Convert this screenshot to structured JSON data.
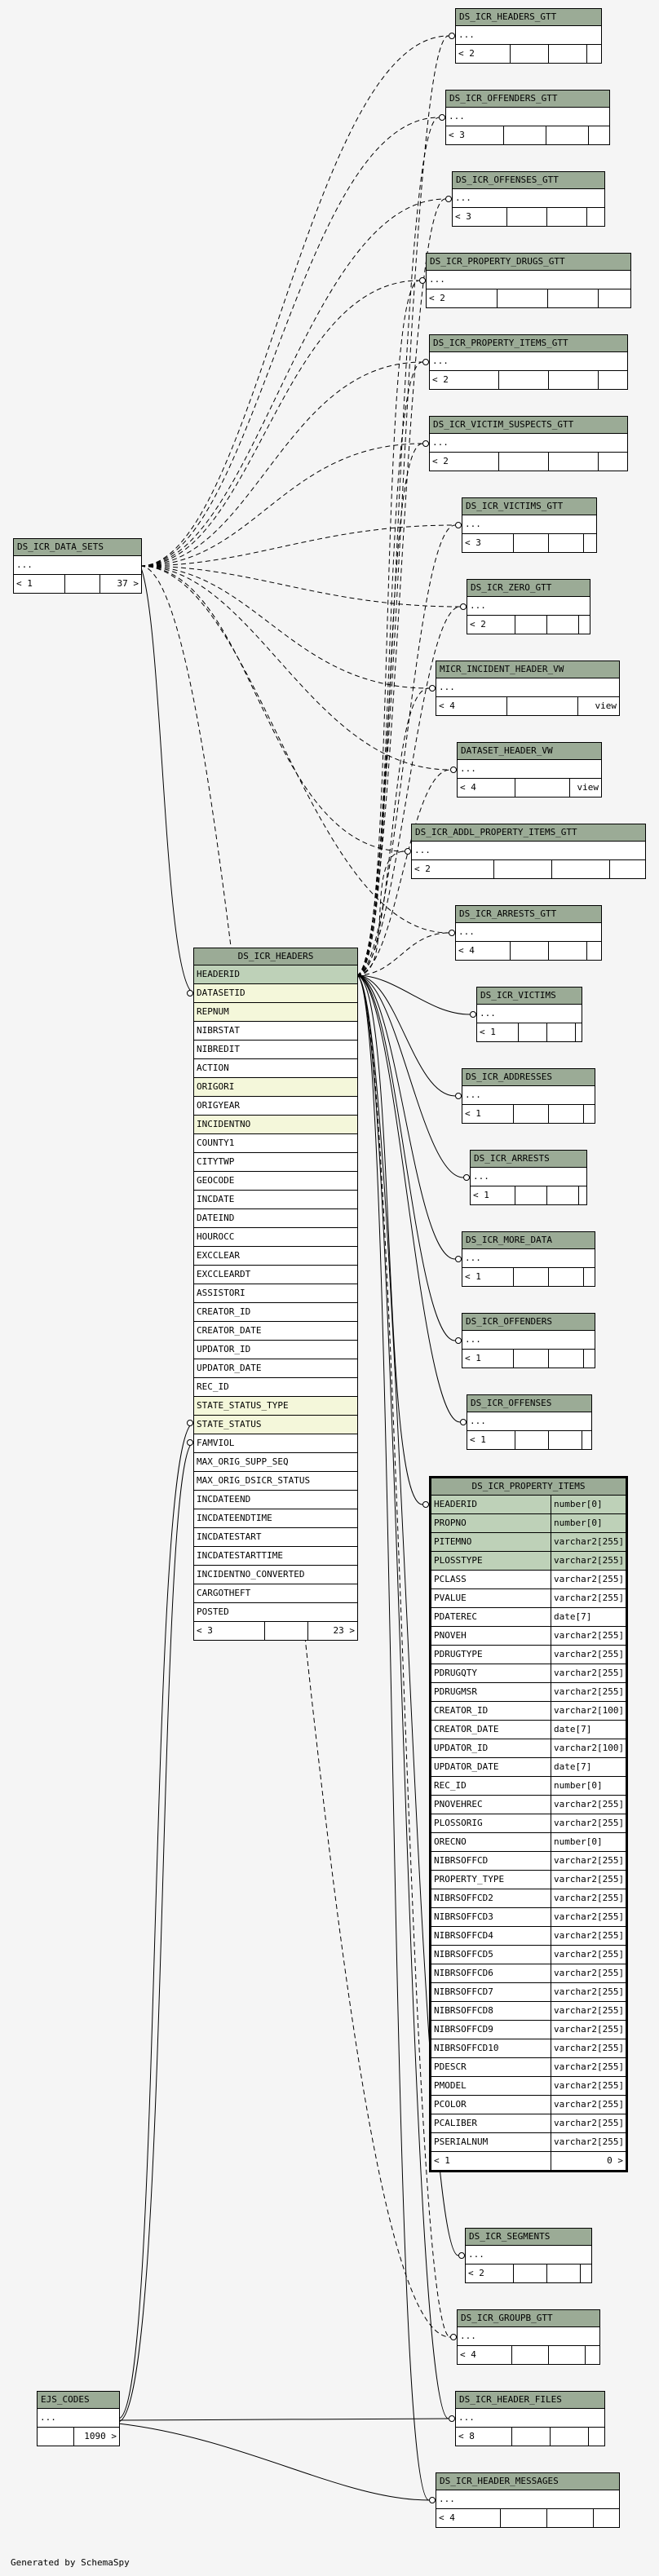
{
  "credit": "Generated by SchemaSpy",
  "tables": {
    "headers_gtt": {
      "name": "DS_ICR_HEADERS_GTT",
      "row": "...",
      "foot": [
        "< 2",
        "",
        "",
        ""
      ]
    },
    "offenders_gtt": {
      "name": "DS_ICR_OFFENDERS_GTT",
      "row": "...",
      "foot": [
        "< 3",
        "",
        "",
        ""
      ]
    },
    "offenses_gtt": {
      "name": "DS_ICR_OFFENSES_GTT",
      "row": "...",
      "foot": [
        "< 3",
        "",
        "",
        ""
      ]
    },
    "property_drugs_gtt": {
      "name": "DS_ICR_PROPERTY_DRUGS_GTT",
      "row": "...",
      "foot": [
        "< 2",
        "",
        "",
        ""
      ]
    },
    "property_items_gtt": {
      "name": "DS_ICR_PROPERTY_ITEMS_GTT",
      "row": "...",
      "foot": [
        "< 2",
        "",
        "",
        ""
      ]
    },
    "victim_suspects_gtt": {
      "name": "DS_ICR_VICTIM_SUSPECTS_GTT",
      "row": "...",
      "foot": [
        "< 2",
        "",
        "",
        ""
      ]
    },
    "victims_gtt": {
      "name": "DS_ICR_VICTIMS_GTT",
      "row": "...",
      "foot": [
        "< 3",
        "",
        "",
        ""
      ]
    },
    "zero_gtt": {
      "name": "DS_ICR_ZERO_GTT",
      "row": "...",
      "foot": [
        "< 2",
        "",
        "",
        ""
      ]
    },
    "micr_view": {
      "name": "MICR_INCIDENT_HEADER_VW",
      "row": "...",
      "foot": [
        "< 4",
        "",
        "view"
      ]
    },
    "dataset_view": {
      "name": "DATASET_HEADER_VW",
      "row": "...",
      "foot": [
        "< 4",
        "",
        "view"
      ]
    },
    "addl_property_gtt": {
      "name": "DS_ICR_ADDL_PROPERTY_ITEMS_GTT",
      "row": "...",
      "foot": [
        "< 2",
        "",
        "",
        ""
      ]
    },
    "arrests_gtt": {
      "name": "DS_ICR_ARRESTS_GTT",
      "row": "...",
      "foot": [
        "< 4",
        "",
        "",
        ""
      ]
    },
    "victims": {
      "name": "DS_ICR_VICTIMS",
      "row": "...",
      "foot": [
        "< 1",
        "",
        "",
        ""
      ]
    },
    "addresses": {
      "name": "DS_ICR_ADDRESSES",
      "row": "...",
      "foot": [
        "< 1",
        "",
        "",
        ""
      ]
    },
    "arrests": {
      "name": "DS_ICR_ARRESTS",
      "row": "...",
      "foot": [
        "< 1",
        "",
        "",
        ""
      ]
    },
    "more_data": {
      "name": "DS_ICR_MORE_DATA",
      "row": "...",
      "foot": [
        "< 1",
        "",
        "",
        ""
      ]
    },
    "offenders": {
      "name": "DS_ICR_OFFENDERS",
      "row": "...",
      "foot": [
        "< 1",
        "",
        "",
        ""
      ]
    },
    "offenses": {
      "name": "DS_ICR_OFFENSES",
      "row": "...",
      "foot": [
        "< 1",
        "",
        "",
        ""
      ]
    },
    "segments": {
      "name": "DS_ICR_SEGMENTS",
      "row": "...",
      "foot": [
        "< 2",
        "",
        "",
        ""
      ]
    },
    "groupb_gtt": {
      "name": "DS_ICR_GROUPB_GTT",
      "row": "...",
      "foot": [
        "< 4",
        "",
        "",
        ""
      ]
    },
    "header_files": {
      "name": "DS_ICR_HEADER_FILES",
      "row": "...",
      "foot": [
        "< 8",
        "",
        "",
        ""
      ]
    },
    "header_messages": {
      "name": "DS_ICR_HEADER_MESSAGES",
      "row": "...",
      "foot": [
        "< 4",
        "",
        "",
        ""
      ]
    },
    "data_sets": {
      "name": "DS_ICR_DATA_SETS",
      "row": "...",
      "foot": [
        "< 1",
        "",
        "37 >"
      ]
    },
    "ejs_codes": {
      "name": "EJS_CODES",
      "row": "...",
      "foot": [
        "",
        "1090 >"
      ]
    }
  },
  "headers": {
    "name": "DS_ICR_HEADERS",
    "columns": [
      {
        "n": "HEADERID",
        "k": "pk"
      },
      {
        "n": "DATASETID",
        "k": "fk"
      },
      {
        "n": "REPNUM",
        "k": "fk"
      },
      {
        "n": "NIBRSTAT",
        "k": ""
      },
      {
        "n": "NIBREDIT",
        "k": ""
      },
      {
        "n": "ACTION",
        "k": ""
      },
      {
        "n": "ORIGORI",
        "k": "fk"
      },
      {
        "n": "ORIGYEAR",
        "k": ""
      },
      {
        "n": "INCIDENTNO",
        "k": "fk"
      },
      {
        "n": "COUNTY1",
        "k": ""
      },
      {
        "n": "CITYTWP",
        "k": ""
      },
      {
        "n": "GEOCODE",
        "k": ""
      },
      {
        "n": "INCDATE",
        "k": ""
      },
      {
        "n": "DATEIND",
        "k": ""
      },
      {
        "n": "HOUROCC",
        "k": ""
      },
      {
        "n": "EXCCLEAR",
        "k": ""
      },
      {
        "n": "EXCCLEARDT",
        "k": ""
      },
      {
        "n": "ASSISTORI",
        "k": ""
      },
      {
        "n": "CREATOR_ID",
        "k": ""
      },
      {
        "n": "CREATOR_DATE",
        "k": ""
      },
      {
        "n": "UPDATOR_ID",
        "k": ""
      },
      {
        "n": "UPDATOR_DATE",
        "k": ""
      },
      {
        "n": "REC_ID",
        "k": ""
      },
      {
        "n": "STATE_STATUS_TYPE",
        "k": "fk"
      },
      {
        "n": "STATE_STATUS",
        "k": "fk"
      },
      {
        "n": "FAMVIOL",
        "k": ""
      },
      {
        "n": "MAX_ORIG_SUPP_SEQ",
        "k": ""
      },
      {
        "n": "MAX_ORIG_DSICR_STATUS",
        "k": ""
      },
      {
        "n": "INCDATEEND",
        "k": ""
      },
      {
        "n": "INCDATEENDTIME",
        "k": ""
      },
      {
        "n": "INCDATESTART",
        "k": ""
      },
      {
        "n": "INCDATESTARTTIME",
        "k": ""
      },
      {
        "n": "INCIDENTNO_CONVERTED",
        "k": ""
      },
      {
        "n": "CARGOTHEFT",
        "k": ""
      },
      {
        "n": "POSTED",
        "k": ""
      }
    ],
    "foot": [
      "< 3",
      "",
      "23 >"
    ]
  },
  "property_items": {
    "name": "DS_ICR_PROPERTY_ITEMS",
    "columns": [
      {
        "n": "HEADERID",
        "t": "number[0]",
        "k": "pk"
      },
      {
        "n": "PROPNO",
        "t": "number[0]",
        "k": "pk"
      },
      {
        "n": "PITEMNO",
        "t": "varchar2[255]",
        "k": "pk"
      },
      {
        "n": "PLOSSTYPE",
        "t": "varchar2[255]",
        "k": "pk"
      },
      {
        "n": "PCLASS",
        "t": "varchar2[255]",
        "k": ""
      },
      {
        "n": "PVALUE",
        "t": "varchar2[255]",
        "k": ""
      },
      {
        "n": "PDATEREC",
        "t": "date[7]",
        "k": ""
      },
      {
        "n": "PNOVEH",
        "t": "varchar2[255]",
        "k": ""
      },
      {
        "n": "PDRUGTYPE",
        "t": "varchar2[255]",
        "k": ""
      },
      {
        "n": "PDRUGQTY",
        "t": "varchar2[255]",
        "k": ""
      },
      {
        "n": "PDRUGMSR",
        "t": "varchar2[255]",
        "k": ""
      },
      {
        "n": "CREATOR_ID",
        "t": "varchar2[100]",
        "k": ""
      },
      {
        "n": "CREATOR_DATE",
        "t": "date[7]",
        "k": ""
      },
      {
        "n": "UPDATOR_ID",
        "t": "varchar2[100]",
        "k": ""
      },
      {
        "n": "UPDATOR_DATE",
        "t": "date[7]",
        "k": ""
      },
      {
        "n": "REC_ID",
        "t": "number[0]",
        "k": ""
      },
      {
        "n": "PNOVEHREC",
        "t": "varchar2[255]",
        "k": ""
      },
      {
        "n": "PLOSSORIG",
        "t": "varchar2[255]",
        "k": ""
      },
      {
        "n": "ORECNO",
        "t": "number[0]",
        "k": ""
      },
      {
        "n": "NIBRSOFFCD",
        "t": "varchar2[255]",
        "k": ""
      },
      {
        "n": "PROPERTY_TYPE",
        "t": "varchar2[255]",
        "k": ""
      },
      {
        "n": "NIBRSOFFCD2",
        "t": "varchar2[255]",
        "k": ""
      },
      {
        "n": "NIBRSOFFCD3",
        "t": "varchar2[255]",
        "k": ""
      },
      {
        "n": "NIBRSOFFCD4",
        "t": "varchar2[255]",
        "k": ""
      },
      {
        "n": "NIBRSOFFCD5",
        "t": "varchar2[255]",
        "k": ""
      },
      {
        "n": "NIBRSOFFCD6",
        "t": "varchar2[255]",
        "k": ""
      },
      {
        "n": "NIBRSOFFCD7",
        "t": "varchar2[255]",
        "k": ""
      },
      {
        "n": "NIBRSOFFCD8",
        "t": "varchar2[255]",
        "k": ""
      },
      {
        "n": "NIBRSOFFCD9",
        "t": "varchar2[255]",
        "k": ""
      },
      {
        "n": "NIBRSOFFCD10",
        "t": "varchar2[255]",
        "k": ""
      },
      {
        "n": "PDESCR",
        "t": "varchar2[255]",
        "k": ""
      },
      {
        "n": "PMODEL",
        "t": "varchar2[255]",
        "k": ""
      },
      {
        "n": "PCOLOR",
        "t": "varchar2[255]",
        "k": ""
      },
      {
        "n": "PCALIBER",
        "t": "varchar2[255]",
        "k": ""
      },
      {
        "n": "PSERIALNUM",
        "t": "varchar2[255]",
        "k": ""
      }
    ],
    "foot": [
      "< 1",
      "0 >"
    ]
  }
}
